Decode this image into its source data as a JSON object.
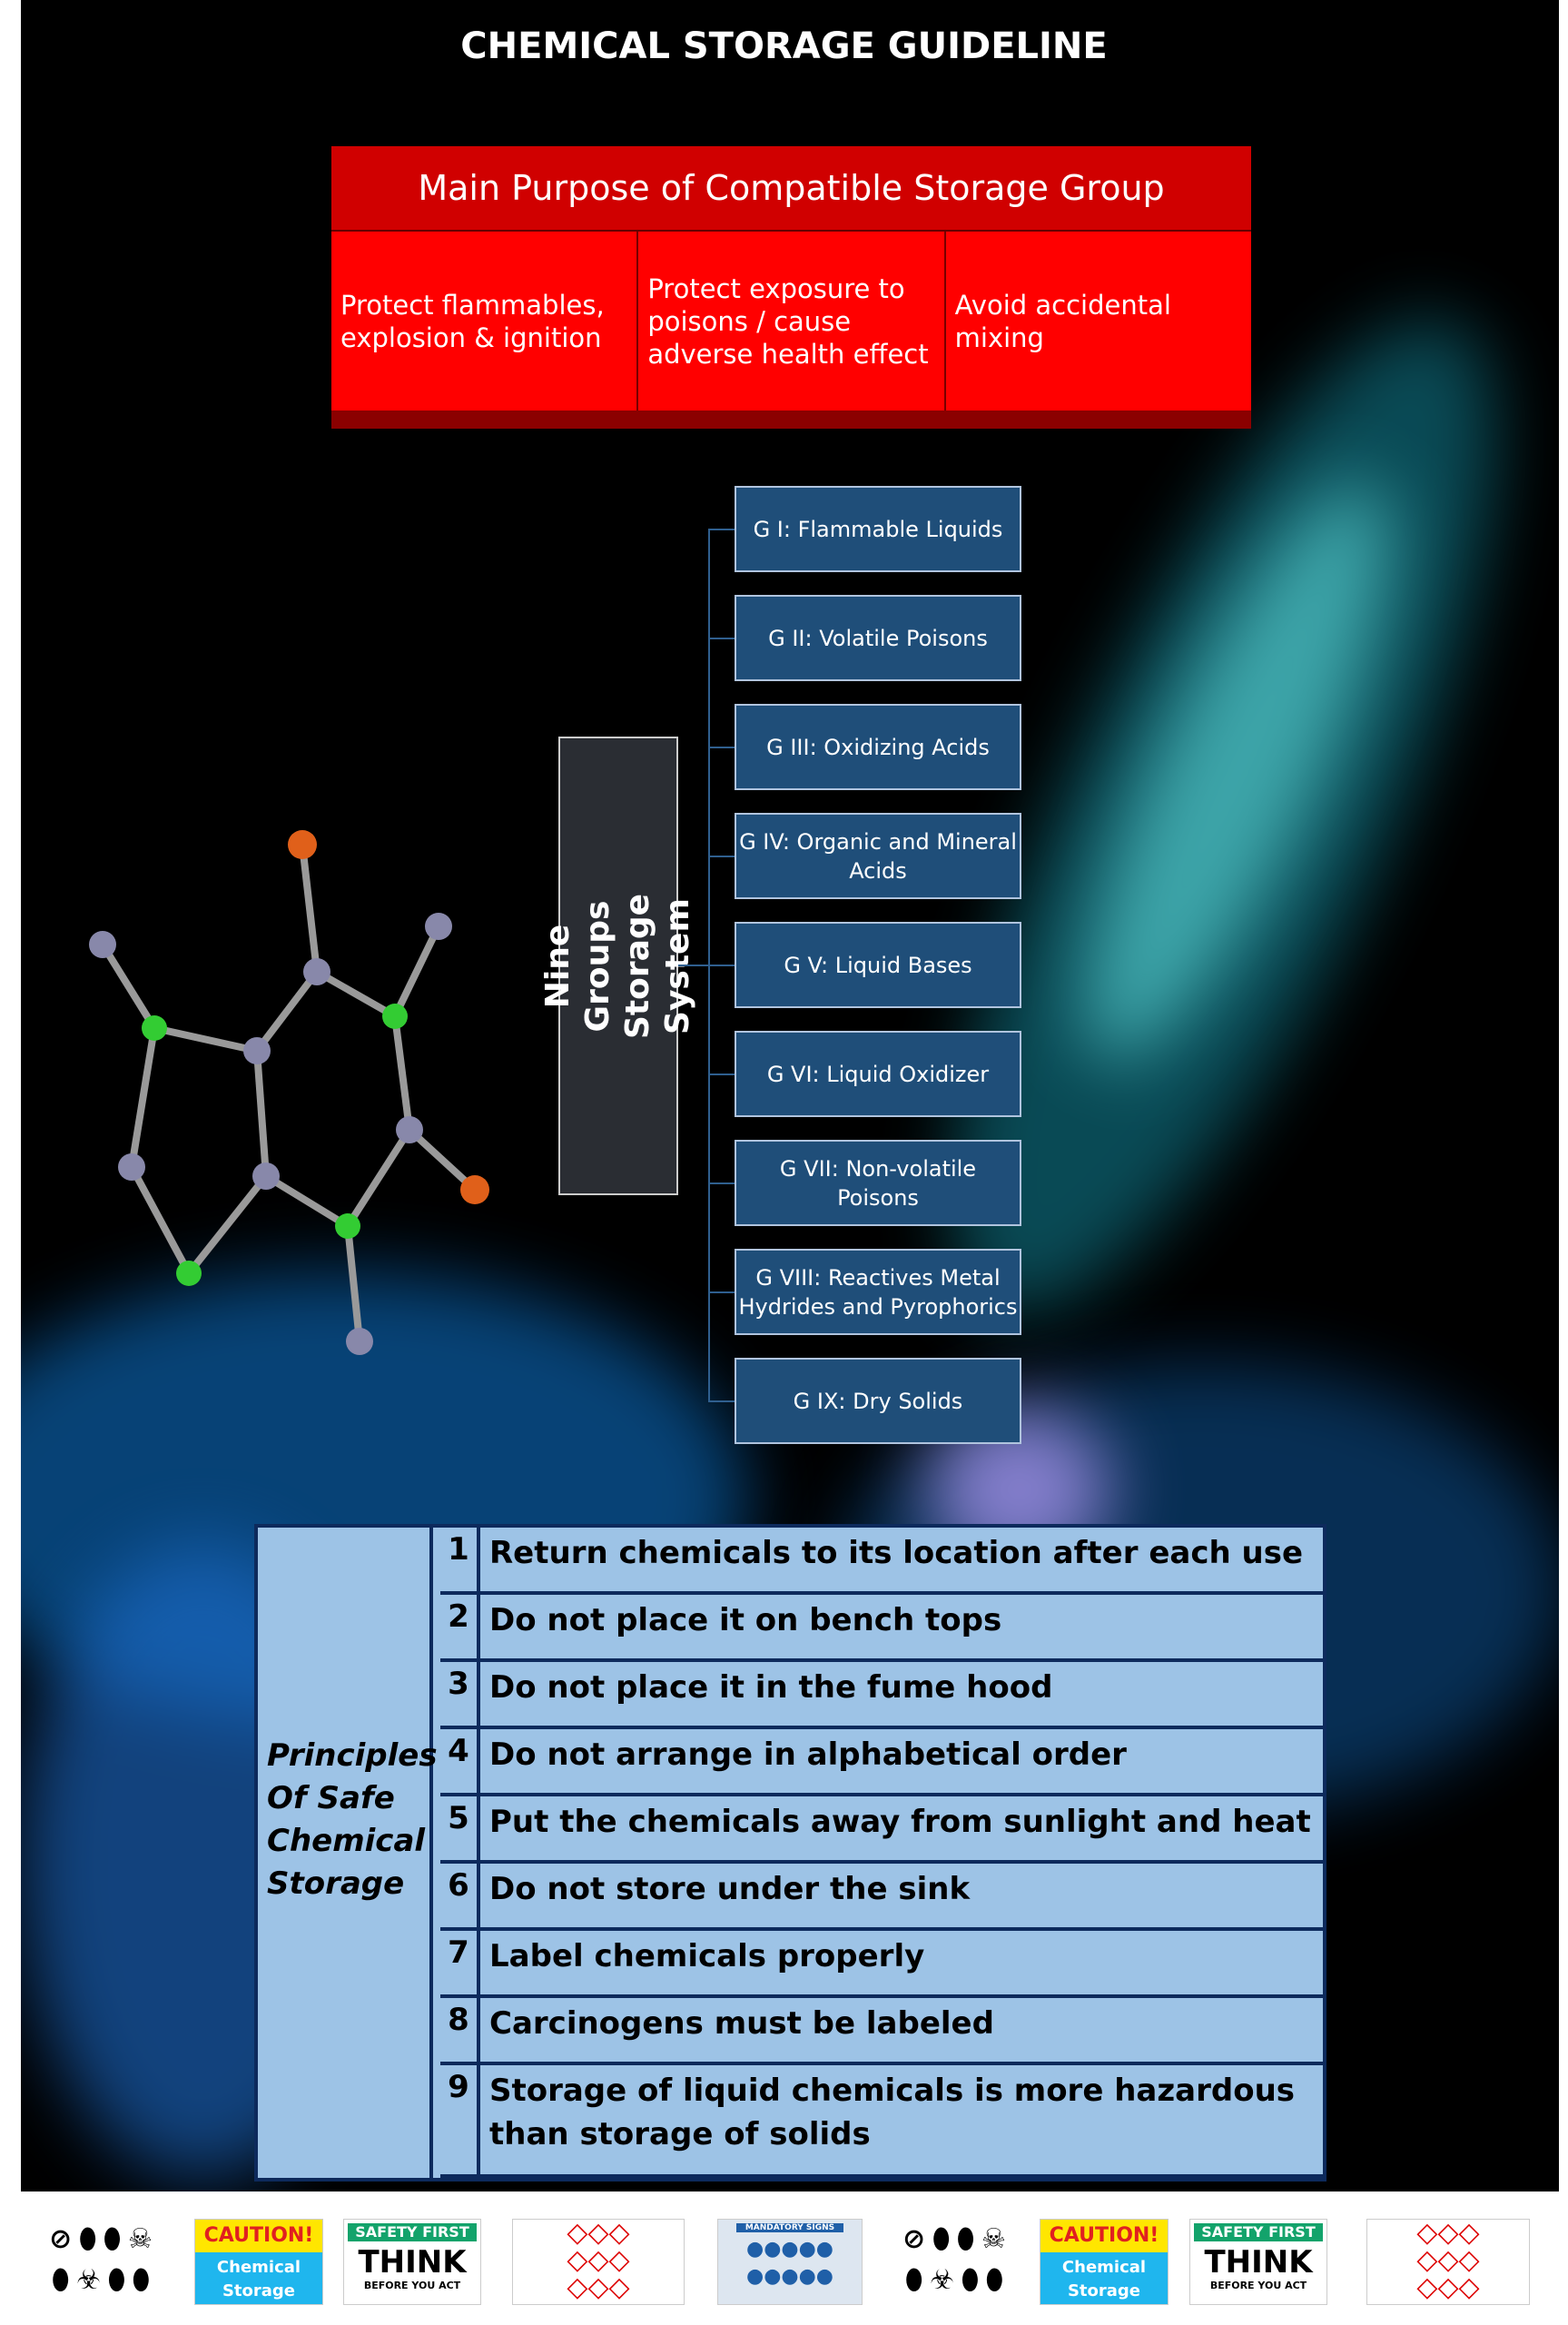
{
  "title": "CHEMICAL STORAGE GUIDELINE",
  "purpose": {
    "header": "Main Purpose of Compatible Storage Group",
    "items": [
      "Protect flammables, explosion & ignition",
      "Protect exposure to poisons / cause adverse health effect",
      "Avoid accidental mixing"
    ]
  },
  "nine_groups": {
    "label": "Nine Groups Storage System",
    "groups": [
      "G I: Flammable  Liquids",
      "G II: Volatile Poisons",
      "G III: Oxidizing Acids",
      "G IV: Organic and Mineral Acids",
      "G V: Liquid Bases",
      "G VI: Liquid Oxidizer",
      "G VII: Non-volatile Poisons",
      "G VIII: Reactives Metal Hydrides and Pyrophorics",
      "G IX: Dry Solids"
    ]
  },
  "principles": {
    "label": "Principles Of Safe Chemical Storage",
    "rows": [
      {
        "num": "1",
        "text": "Return chemicals to its location after each use"
      },
      {
        "num": "2",
        "text": "Do not place it on bench tops"
      },
      {
        "num": "3",
        "text": "Do not place it in the fume hood"
      },
      {
        "num": "4",
        "text": "Do not arrange in alphabetical order"
      },
      {
        "num": "5",
        "text": "Put the chemicals away from sunlight and heat"
      },
      {
        "num": "6",
        "text": "Do not store under the sink"
      },
      {
        "num": "7",
        "text": "Label chemicals properly"
      },
      {
        "num": "8",
        "text": "Carcinogens must be labeled"
      },
      {
        "num": "9",
        "text": "Storage of liquid chemicals is more hazardous than storage of solids"
      }
    ]
  },
  "signs": {
    "caution": "CAUTION!",
    "chemical_storage": "Chemical Storage",
    "safety_first": "SAFETY FIRST",
    "think": "THINK",
    "before_you_act": "BEFORE YOU ACT",
    "mandatory": "MANDATORY SIGNS"
  }
}
